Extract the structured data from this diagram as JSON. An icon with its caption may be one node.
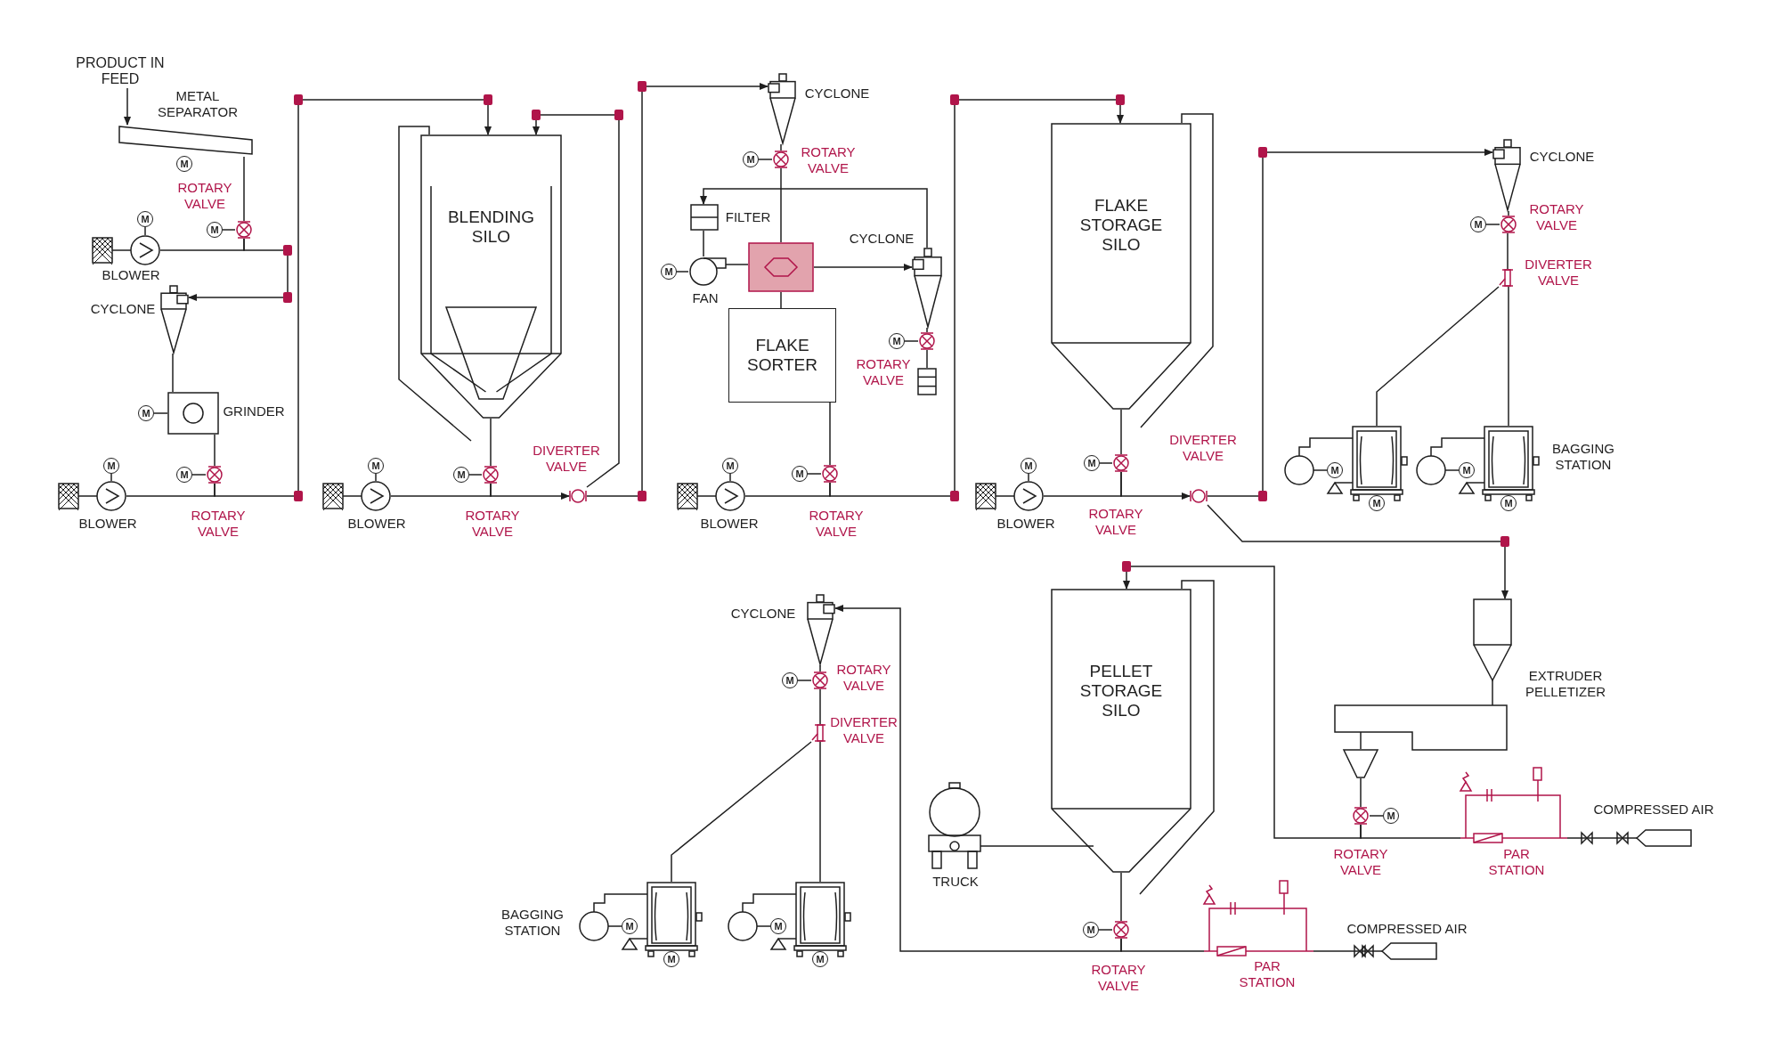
{
  "diagram": {
    "nodes": [
      {
        "text": [
          "PRODUCT IN FEED"
        ]
      },
      {
        "text": [],
        "shape": "separator",
        "beside": [
          "METAL SEPARATOR"
        ]
      },
      {
        "text": [
          "M"
        ]
      },
      {
        "text": [],
        "shape": "valve",
        "beside": [
          "ROTARY VALVE"
        ]
      },
      {
        "text": [
          "M"
        ]
      },
      {
        "text": [],
        "shape": "blower",
        "beside": [
          "BLOWER"
        ]
      },
      {
        "text": [
          "M"
        ]
      },
      {
        "text": [],
        "shape": "cyclone",
        "beside": [
          "CYCLONE"
        ]
      },
      {
        "text": [],
        "shape": "grinder",
        "beside": [
          "GRINDER"
        ]
      },
      {
        "text": [
          "M"
        ]
      },
      {
        "text": [],
        "shape": "valve",
        "beside": [
          "ROTARY VALVE"
        ]
      },
      {
        "text": [
          "M"
        ]
      },
      {
        "text": [],
        "shape": "blower",
        "beside": [
          "BLOWER"
        ]
      },
      {
        "text": [
          "M"
        ]
      },
      {
        "text": [
          "BLENDING SILO"
        ]
      },
      {
        "text": [],
        "shape": "valve",
        "beside": [
          "ROTARY VALVE"
        ]
      },
      {
        "text": [
          "M"
        ]
      },
      {
        "text": [],
        "shape": "blower",
        "beside": [
          "BLOWER"
        ]
      },
      {
        "text": [
          "M"
        ]
      },
      {
        "text": [],
        "shape": "diverter",
        "beside": [
          "DIVERTER VALVE"
        ]
      },
      {
        "text": [],
        "shape": "cyclone",
        "beside": [
          "CYCLONE"
        ]
      },
      {
        "text": [],
        "shape": "valve",
        "beside": [
          "ROTARY VALVE"
        ]
      },
      {
        "text": [
          "M"
        ]
      },
      {
        "text": [],
        "shape": "filter",
        "beside": [
          "FILTER"
        ]
      },
      {
        "text": [],
        "shape": "fan",
        "beside": [
          "FAN"
        ]
      },
      {
        "text": [
          "M"
        ]
      },
      {
        "text": [],
        "shape": "box"
      },
      {
        "text": [
          "FLAKE SORTER"
        ]
      },
      {
        "text": [],
        "shape": "cyclone",
        "beside": [
          "CYCLONE"
        ]
      },
      {
        "text": [],
        "shape": "valve",
        "beside": [
          "ROTARY VALVE"
        ]
      },
      {
        "text": [
          "M"
        ]
      },
      {
        "text": [],
        "shape": "drum"
      },
      {
        "text": [],
        "shape": "blower",
        "beside": [
          "BLOWER"
        ]
      },
      {
        "text": [
          "M"
        ]
      },
      {
        "text": [],
        "shape": "valve",
        "beside": [
          "ROTARY VALVE"
        ]
      },
      {
        "text": [
          "M"
        ]
      },
      {
        "text": [
          "FLAKE STORAGE SILO"
        ]
      },
      {
        "text": [],
        "shape": "valve",
        "beside": [
          "ROTARY VALVE"
        ]
      },
      {
        "text": [
          "M"
        ]
      },
      {
        "text": [],
        "shape": "blower",
        "beside": [
          "BLOWER"
        ]
      },
      {
        "text": [
          "M"
        ]
      },
      {
        "text": [],
        "shape": "diverter",
        "beside": [
          "DIVERTER VALVE"
        ]
      },
      {
        "text": [],
        "shape": "cyclone",
        "beside": [
          "CYCLONE"
        ]
      },
      {
        "text": [],
        "shape": "valve",
        "beside": [
          "ROTARY VALVE"
        ]
      },
      {
        "text": [
          "M"
        ]
      },
      {
        "text": [],
        "shape": "diverter",
        "beside": [
          "DIVERTER VALVE"
        ]
      },
      {
        "text": [],
        "shape": "bagger"
      },
      {
        "text": [
          "M"
        ],
        "in": 46
      },
      {
        "text": [
          "M"
        ],
        "in": 46
      },
      {
        "text": [],
        "shape": "bagger",
        "beside": [
          "BAGGING STATION"
        ]
      },
      {
        "text": [
          "M"
        ],
        "in": 49
      },
      {
        "text": [
          "M"
        ],
        "in": 49
      },
      {
        "text": [],
        "shape": "extruder",
        "beside": [
          "EXTRUDER PELLETIZER"
        ]
      },
      {
        "text": [],
        "shape": "valve",
        "beside": [
          "ROTARY VALVE"
        ]
      },
      {
        "text": [
          "M"
        ]
      },
      {
        "text": [],
        "shape": "station",
        "beside": [
          "PAR STATION"
        ]
      },
      {
        "text": [],
        "shape": "tank",
        "beside": [
          "COMPRESSED AIR"
        ]
      },
      {
        "text": [],
        "shape": "cyclone",
        "beside": [
          "CYCLONE"
        ]
      },
      {
        "text": [],
        "shape": "valve",
        "beside": [
          "ROTARY VALVE"
        ]
      },
      {
        "text": [
          "M"
        ]
      },
      {
        "text": [],
        "shape": "diverter",
        "beside": [
          "DIVERTER VALVE"
        ]
      },
      {
        "text": [],
        "shape": "bagger",
        "beside": [
          "BAGGING STATION"
        ]
      },
      {
        "text": [
          "M"
        ],
        "in": 61
      },
      {
        "text": [
          "M"
        ],
        "in": 61
      },
      {
        "text": [],
        "shape": "bagger"
      },
      {
        "text": [
          "M"
        ],
        "in": 64
      },
      {
        "text": [
          "M"
        ],
        "in": 64
      },
      {
        "text": [],
        "shape": "truck",
        "beside": [
          "TRUCK"
        ]
      },
      {
        "text": [
          "PELLET STORAGE SILO"
        ]
      },
      {
        "text": [],
        "shape": "valve",
        "beside": [
          "ROTARY VALVE"
        ]
      },
      {
        "text": [
          "M"
        ]
      },
      {
        "text": [],
        "shape": "station",
        "beside": [
          "PAR STATION"
        ]
      },
      {
        "text": [],
        "shape": "tank",
        "beside": [
          "COMPRESSED AIR"
        ]
      },
      {
        "text": [],
        "shape": "hopper"
      }
    ],
    "edges": [
      {
        "from": 0,
        "to": 1,
        "arrow": "to"
      },
      {
        "from": 1,
        "to": 3,
        "arrow": "none"
      },
      {
        "from": 4,
        "to": 3,
        "arrow": "none"
      },
      {
        "from": 6,
        "to": 5,
        "arrow": "none"
      },
      {
        "from": 5,
        "to": 3,
        "arrow": "none"
      },
      {
        "from": 3,
        "to": 7,
        "arrow": "to"
      },
      {
        "from": 7,
        "to": 8,
        "arrow": "none"
      },
      {
        "from": 9,
        "to": 8,
        "arrow": "none"
      },
      {
        "from": 8,
        "to": 10,
        "arrow": "none"
      },
      {
        "from": 11,
        "to": 10,
        "arrow": "none"
      },
      {
        "from": 13,
        "to": 12,
        "arrow": "none"
      },
      {
        "from": 12,
        "to": 10,
        "arrow": "none"
      },
      {
        "from": 10,
        "to": 14,
        "arrow": "to"
      },
      {
        "from": 14,
        "to": 15,
        "arrow": "none"
      },
      {
        "from": 16,
        "to": 15,
        "arrow": "none"
      },
      {
        "from": 18,
        "to": 17,
        "arrow": "none"
      },
      {
        "from": 17,
        "to": 15,
        "arrow": "none"
      },
      {
        "from": 15,
        "to": 19,
        "arrow": "to"
      },
      {
        "from": 19,
        "to": 14,
        "arrow": "to"
      },
      {
        "from": 19,
        "to": 20,
        "arrow": "to"
      },
      {
        "from": 20,
        "to": 21,
        "arrow": "none"
      },
      {
        "from": 22,
        "to": 21,
        "arrow": "none"
      },
      {
        "from": 21,
        "to": 26,
        "arrow": "none"
      },
      {
        "from": 28,
        "to": 23,
        "arrow": "to"
      },
      {
        "from": 23,
        "to": 24,
        "arrow": "none"
      },
      {
        "from": 25,
        "to": 24,
        "arrow": "none"
      },
      {
        "from": 24,
        "to": 26,
        "arrow": "none"
      },
      {
        "from": 26,
        "to": 28,
        "arrow": "to"
      },
      {
        "from": 26,
        "to": 27,
        "arrow": "none"
      },
      {
        "from": 28,
        "to": 29,
        "arrow": "none"
      },
      {
        "from": 30,
        "to": 29,
        "arrow": "none"
      },
      {
        "from": 29,
        "to": 31,
        "arrow": "none"
      },
      {
        "from": 27,
        "to": 34,
        "arrow": "none"
      },
      {
        "from": 35,
        "to": 34,
        "arrow": "none"
      },
      {
        "from": 33,
        "to": 32,
        "arrow": "none"
      },
      {
        "from": 32,
        "to": 34,
        "arrow": "none"
      },
      {
        "from": 34,
        "to": 36,
        "arrow": "to"
      },
      {
        "from": 36,
        "to": 37,
        "arrow": "none"
      },
      {
        "from": 38,
        "to": 37,
        "arrow": "none"
      },
      {
        "from": 40,
        "to": 39,
        "arrow": "none"
      },
      {
        "from": 39,
        "to": 37,
        "arrow": "none"
      },
      {
        "from": 37,
        "to": 41,
        "arrow": "to"
      },
      {
        "from": 41,
        "to": 42,
        "arrow": "to"
      },
      {
        "from": 41,
        "to": 52,
        "arrow": "to"
      },
      {
        "from": 42,
        "to": 43,
        "arrow": "none"
      },
      {
        "from": 44,
        "to": 43,
        "arrow": "none"
      },
      {
        "from": 43,
        "to": 45,
        "arrow": "none"
      },
      {
        "from": 45,
        "to": 46,
        "arrow": "none"
      },
      {
        "from": 45,
        "to": 49,
        "arrow": "none"
      },
      {
        "from": 52,
        "to": 73,
        "arrow": "none"
      },
      {
        "from": 54,
        "to": 53,
        "arrow": "none"
      },
      {
        "from": 56,
        "to": 55,
        "arrow": "none"
      },
      {
        "from": 55,
        "to": 53,
        "arrow": "none"
      },
      {
        "from": 53,
        "to": 68,
        "arrow": "to"
      },
      {
        "from": 57,
        "to": 58,
        "arrow": "none"
      },
      {
        "from": 59,
        "to": 58,
        "arrow": "none"
      },
      {
        "from": 58,
        "to": 60,
        "arrow": "none"
      },
      {
        "from": 60,
        "to": 61,
        "arrow": "none"
      },
      {
        "from": 60,
        "to": 64,
        "arrow": "none"
      },
      {
        "from": 67,
        "to": 68,
        "arrow": "none"
      },
      {
        "from": 68,
        "to": 69,
        "arrow": "none"
      },
      {
        "from": 70,
        "to": 69,
        "arrow": "none"
      },
      {
        "from": 72,
        "to": 71,
        "arrow": "none"
      },
      {
        "from": 71,
        "to": 69,
        "arrow": "none"
      },
      {
        "from": 69,
        "to": 57,
        "arrow": "to"
      },
      {
        "from": 73,
        "to": 53,
        "arrow": "none"
      }
    ]
  }
}
